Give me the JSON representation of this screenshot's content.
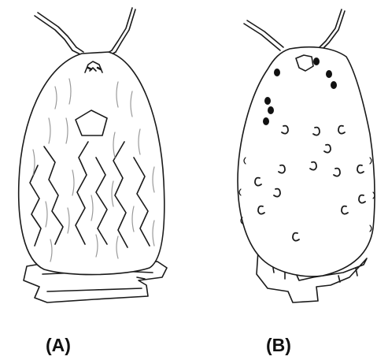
{
  "panels": [
    {
      "id": "A",
      "label": "(A)"
    },
    {
      "id": "B",
      "label": "(B)"
    }
  ],
  "colors": {
    "outline": "#1a1a1a",
    "hatching": "#9a9a9a",
    "fill": "#ffffff",
    "dots": "#111111"
  }
}
